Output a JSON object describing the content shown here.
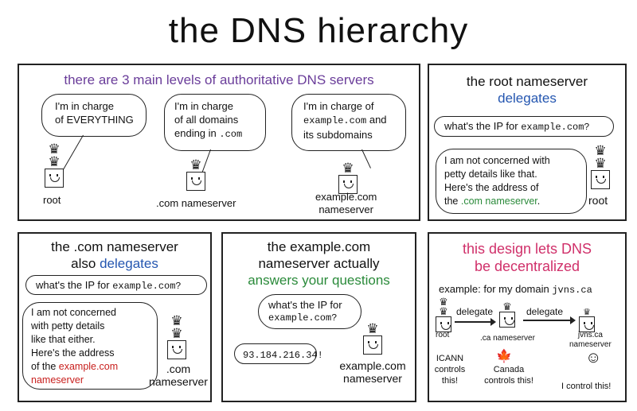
{
  "title": "the DNS hierarchy",
  "colors": {
    "purple": "#6a3d9a",
    "blue": "#2456b0",
    "green": "#2a8a3a",
    "red": "#c8201e",
    "pink": "#d0306a"
  },
  "panel1": {
    "heading": "there are 3 main levels of authoritative DNS servers",
    "root": {
      "speech": [
        "I'm in charge",
        "of EVERYTHING"
      ],
      "label": "root"
    },
    "com": {
      "speech": [
        "I'm in charge",
        "of all domains",
        "ending in"
      ],
      "speech_code": ".com",
      "label": ".com nameserver"
    },
    "example": {
      "speech_line1": "I'm in charge of",
      "speech_code": "example.com",
      "speech_and": "and",
      "speech_line3": "its subdomains",
      "label": [
        "example.com",
        "nameserver"
      ]
    }
  },
  "panel2": {
    "heading": "the root nameserver",
    "heading_accent": "delegates",
    "question": "what's the IP for",
    "question_code": "example.com?",
    "reply": [
      "I am not concerned with",
      "petty details like that.",
      "Here's the address of"
    ],
    "reply_the": "the",
    "reply_accent": ".com nameserver",
    "reply_end": ".",
    "label": "root"
  },
  "panel3": {
    "heading": "the .com nameserver",
    "heading_also": "also",
    "heading_accent": "delegates",
    "question": "what's the IP for",
    "question_code": "example.com?",
    "reply": [
      "I am not concerned",
      "with petty details",
      "like that either.",
      "Here's the address"
    ],
    "reply_of": "of the",
    "reply_accent": [
      "example.com",
      "nameserver"
    ],
    "label": [
      ".com",
      "nameserver"
    ]
  },
  "panel4": {
    "heading": [
      "the example.com",
      "nameserver actually"
    ],
    "heading_accent": "answers your questions",
    "question": "what's the IP for",
    "question_code": "example.com?",
    "answer": "93.184.216.34!",
    "label": [
      "example.com",
      "nameserver"
    ]
  },
  "panel5": {
    "heading": [
      "this design lets DNS",
      "be decentralized"
    ],
    "example": "example: for my domain",
    "example_code": "jvns.ca",
    "nodes": [
      "root",
      ".ca nameserver",
      "jvns.ca",
      "nameserver"
    ],
    "arrows": [
      "delegate",
      "delegate"
    ],
    "controllers": [
      [
        "ICANN",
        "controls",
        "this!"
      ],
      [
        "Canada",
        "controls this!"
      ],
      [
        "I control this!"
      ]
    ]
  }
}
